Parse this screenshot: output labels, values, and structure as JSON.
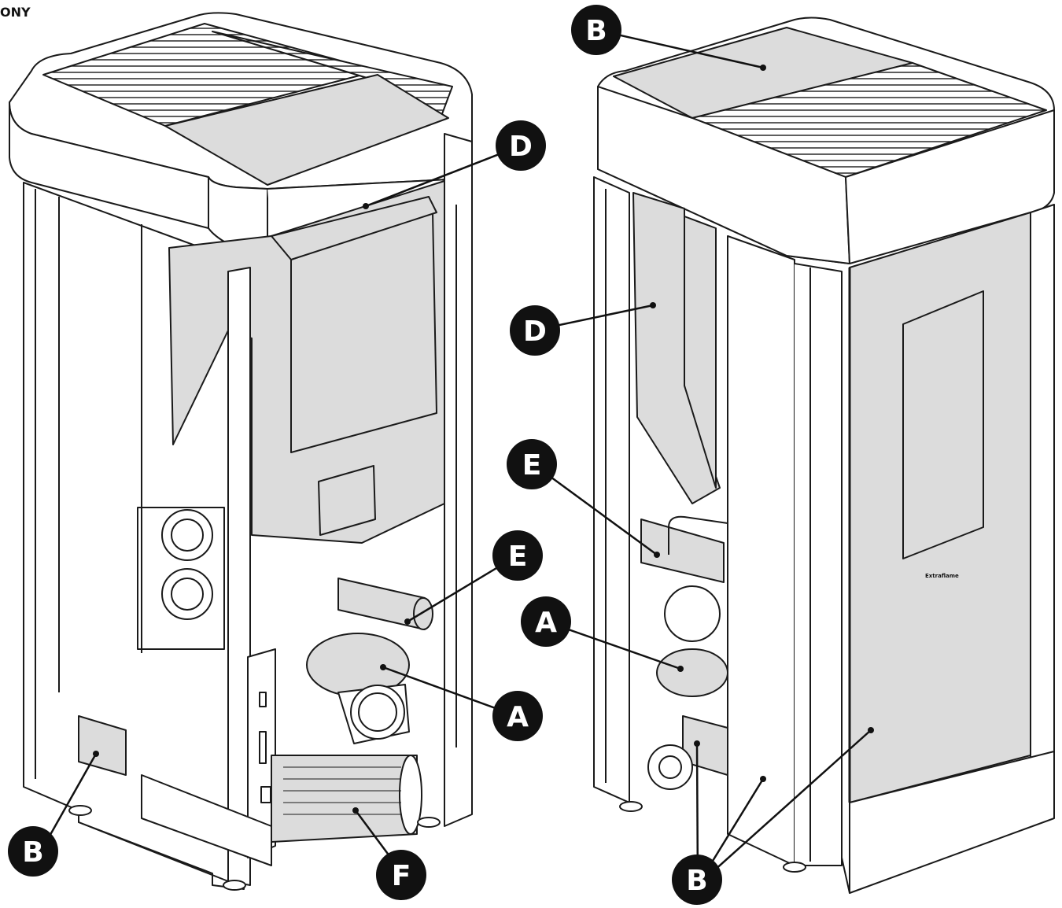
{
  "corner_text": "ONY",
  "brand_logo": "Extraflame",
  "colors": {
    "panel_fill": "#dcdcdc",
    "stroke": "#1a1a1a",
    "background": "#ffffff",
    "callout_fill": "#111111"
  },
  "callouts": [
    {
      "id": "left-b",
      "label": "B"
    },
    {
      "id": "left-d",
      "label": "D"
    },
    {
      "id": "left-e",
      "label": "E"
    },
    {
      "id": "left-a",
      "label": "A"
    },
    {
      "id": "left-f",
      "label": "F"
    },
    {
      "id": "right-b-top",
      "label": "B"
    },
    {
      "id": "right-d",
      "label": "D"
    },
    {
      "id": "right-e",
      "label": "E"
    },
    {
      "id": "right-a",
      "label": "A"
    },
    {
      "id": "right-b-bottom",
      "label": "B"
    }
  ]
}
